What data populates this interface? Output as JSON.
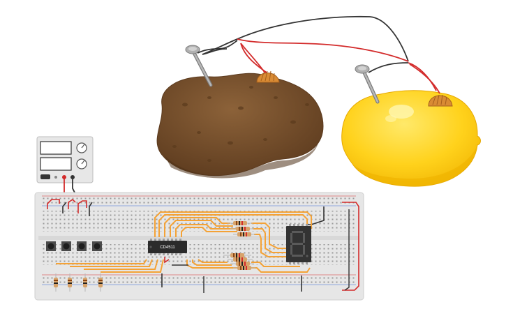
{
  "circuit": {
    "chip": {
      "label": "CD4511"
    },
    "display": {
      "digit": "8"
    },
    "power_supply": {
      "screens": 2,
      "knobs": 2
    },
    "pushbuttons": 4,
    "led_segment_resistors": 7,
    "pulldown_resistors": 4,
    "fruit_batteries": [
      "potato",
      "lemon"
    ],
    "colors": {
      "wire_orange": "#f4a236",
      "wire_red": "#d32b2b",
      "wire_black": "#333333",
      "breadboard": "#e6e6e6",
      "potato": "#7a5230",
      "lemon": "#ffd21c",
      "chip": "#2b2b2b"
    }
  }
}
